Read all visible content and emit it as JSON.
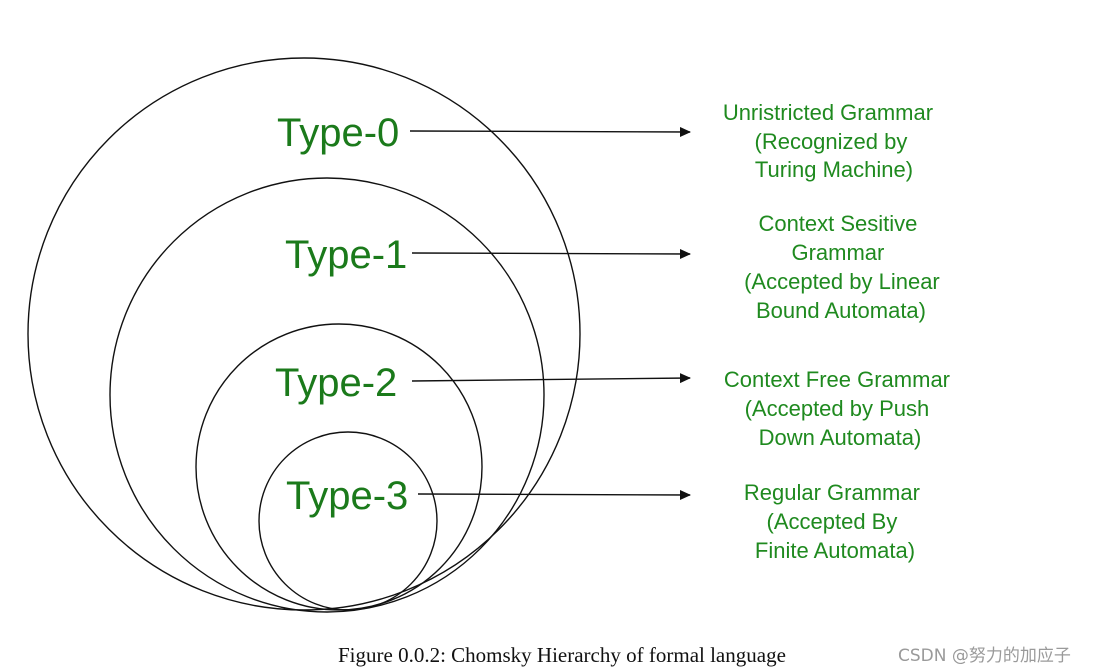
{
  "diagram": {
    "levels": [
      {
        "type_label": "Type-0",
        "description": [
          "Unristricted Grammar",
          "(Recognized by",
          "Turing Machine)"
        ]
      },
      {
        "type_label": "Type-1",
        "description": [
          "Context Sesitive",
          "Grammar",
          "(Accepted by Linear",
          "Bound Automata)"
        ]
      },
      {
        "type_label": "Type-2",
        "description": [
          "Context Free Grammar",
          "(Accepted by Push",
          "Down Automata)"
        ]
      },
      {
        "type_label": "Type-3",
        "description": [
          "Regular Grammar",
          "(Accepted By",
          "Finite Automata)"
        ]
      }
    ],
    "colors": {
      "label_green": "#1b7a1b",
      "text_green": "#1f8a1f",
      "line": "#111111"
    }
  },
  "caption": "Figure 0.0.2: Chomsky Hierarchy of formal language",
  "watermark": "CSDN @努力的加应子"
}
